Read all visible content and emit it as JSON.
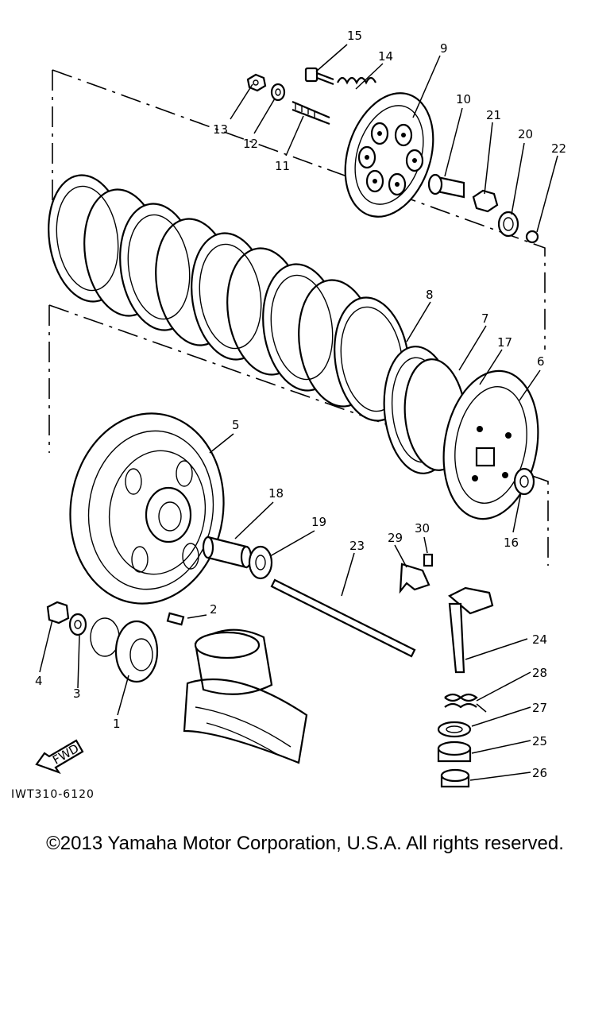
{
  "figure_code": "IWT310-6120",
  "fwd_label": "FWD",
  "copyright": "©2013 Yamaha Motor Corporation, U.S.A. All rights reserved.",
  "callouts": [
    "1",
    "2",
    "3",
    "4",
    "5",
    "6",
    "7",
    "8",
    "9",
    "10",
    "11",
    "12",
    "13",
    "14",
    "15",
    "16",
    "17",
    "18",
    "19",
    "20",
    "21",
    "22",
    "23",
    "24",
    "25",
    "26",
    "27",
    "28",
    "29",
    "30"
  ]
}
